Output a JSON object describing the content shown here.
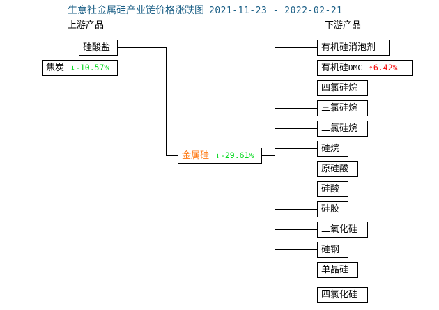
{
  "header": {
    "title": "生意社金属硅产业链价格涨跌图",
    "date_range": "2021-11-23 - 2022-02-21",
    "title_color": "#1b5f86",
    "upstream_label": "上游产品",
    "downstream_label": "下游产品"
  },
  "colors": {
    "up": "#f50000",
    "down": "#00d81a",
    "center_text": "#ff7a14",
    "box_border": "#000000",
    "background": "#ffffff"
  },
  "center": {
    "name": "金属硅",
    "change": "↓-29.61%",
    "direction": "down"
  },
  "upstream": [
    {
      "name": "硅酸盐",
      "change": "",
      "direction": "none"
    },
    {
      "name": "焦炭",
      "change": "↓-10.57%",
      "direction": "down"
    }
  ],
  "downstream": [
    {
      "name": "有机硅消泡剂",
      "latin": "",
      "change": "",
      "direction": "none"
    },
    {
      "name": "有机硅",
      "latin": "DMC",
      "change": "↑6.42%",
      "direction": "up"
    },
    {
      "name": "四氯硅烷",
      "latin": "",
      "change": "",
      "direction": "none"
    },
    {
      "name": "三氯硅烷",
      "latin": "",
      "change": "",
      "direction": "none"
    },
    {
      "name": "二氯硅烷",
      "latin": "",
      "change": "",
      "direction": "none"
    },
    {
      "name": "硅烷",
      "latin": "",
      "change": "",
      "direction": "none"
    },
    {
      "name": "原硅酸",
      "latin": "",
      "change": "",
      "direction": "none"
    },
    {
      "name": "硅酸",
      "latin": "",
      "change": "",
      "direction": "none"
    },
    {
      "name": "硅胶",
      "latin": "",
      "change": "",
      "direction": "none"
    },
    {
      "name": "二氧化硅",
      "latin": "",
      "change": "",
      "direction": "none"
    },
    {
      "name": "硅钢",
      "latin": "",
      "change": "",
      "direction": "none"
    },
    {
      "name": "单晶硅",
      "latin": "",
      "change": "",
      "direction": "none"
    },
    {
      "name": "四氯化硅",
      "latin": "",
      "change": "",
      "direction": "none"
    }
  ]
}
